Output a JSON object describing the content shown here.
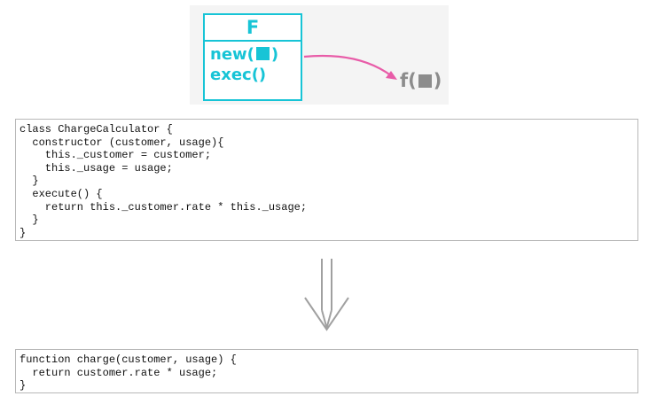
{
  "diagram": {
    "class_name": "F",
    "method_new_open": "new(",
    "method_new_close": ")",
    "method_exec": "exec()",
    "function_open": "f(",
    "function_close": ")",
    "accent_color": "#17c4d6",
    "arrow_color": "#e85ca8",
    "function_color": "#8c8c8c"
  },
  "code_before": {
    "lines": [
      "class ChargeCalculator {",
      "  constructor (customer, usage){",
      "    this._customer = customer;",
      "    this._usage = usage;",
      "  }",
      "  execute() {",
      "    return this._customer.rate * this._usage;",
      "  }",
      "}"
    ]
  },
  "code_after": {
    "lines": [
      "function charge(customer, usage) {",
      "  return customer.rate * usage;",
      "}"
    ]
  }
}
